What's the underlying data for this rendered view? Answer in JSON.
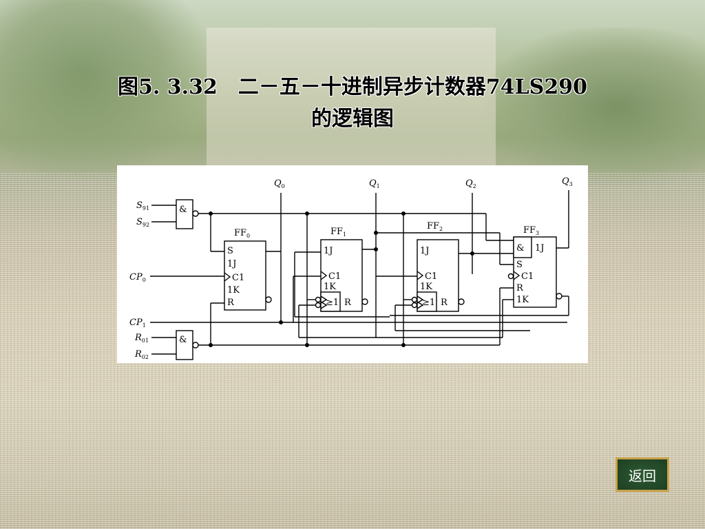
{
  "slide": {
    "title_line1": "图5. 3.32　二－五－十进制异步计数器74LS290",
    "title_line2": "的逻辑图"
  },
  "diagram": {
    "inputs": {
      "s91": "S",
      "s91_sub": "91",
      "s92": "S",
      "s92_sub": "92",
      "cp0": "CP",
      "cp0_sub": "0",
      "cp1": "CP",
      "cp1_sub": "1",
      "r01": "R",
      "r01_sub": "01",
      "r02": "R",
      "r02_sub": "02"
    },
    "outputs": {
      "q0": "Q",
      "q0_sub": "0",
      "q1": "Q",
      "q1_sub": "1",
      "q2": "Q",
      "q2_sub": "2",
      "q3": "Q",
      "q3_sub": "3"
    },
    "gate_symbol": "&",
    "flip_flops": {
      "ff0": {
        "name": "FF",
        "sub": "0",
        "s": "S",
        "j": "1J",
        "c": "C1",
        "k": "1K",
        "r": "R"
      },
      "ff1": {
        "name": "FF",
        "sub": "1",
        "j": "1J",
        "c": "C1",
        "k": "1K",
        "and": "≥1",
        "r": "R"
      },
      "ff2": {
        "name": "FF",
        "sub": "2",
        "j": "1J",
        "c": "C1",
        "k": "1K",
        "and": "≥1",
        "r": "R"
      },
      "ff3": {
        "name": "FF",
        "sub": "3",
        "and": "&",
        "j": "1J",
        "s": "S",
        "c": "C1",
        "r": "R",
        "k": "1K"
      }
    }
  },
  "nav": {
    "back_label": "返回",
    "button_color": "#1d3f22",
    "border_color": "#c9a24a"
  }
}
